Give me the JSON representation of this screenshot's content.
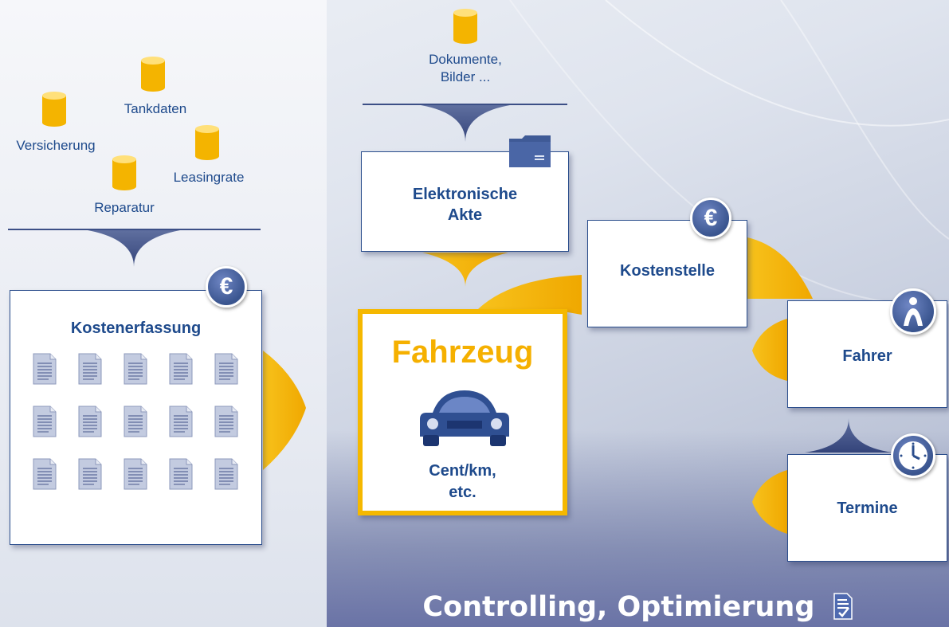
{
  "sources": {
    "tankdaten": "Tankdaten",
    "versicherung": "Versicherung",
    "leasingrate": "Leasingrate",
    "reparatur": "Reparatur",
    "dokumente_line1": "Dokumente,",
    "dokumente_line2": "Bilder ..."
  },
  "boxes": {
    "kostenerfassung": "Kostenerfassung",
    "elektronische_akte_line1": "Elektronische",
    "elektronische_akte_line2": "Akte",
    "kostenstelle": "Kostenstelle",
    "fahrer": "Fahrer",
    "termine": "Termine"
  },
  "center": {
    "title": "Fahrzeug",
    "metric_line1": "Cent/km,",
    "metric_line2": "etc."
  },
  "badges": {
    "euro": "€"
  },
  "footer": {
    "title": "Controlling, Optimierung"
  },
  "colors": {
    "accent_yellow": "#f5b800",
    "box_border": "#2a4d8c",
    "text_blue": "#1e4a8c",
    "badge_blue": "#3a558f"
  },
  "icons": [
    "database-icon",
    "euro-icon",
    "document-icon",
    "folder-icon",
    "car-icon",
    "person-icon",
    "clock-icon",
    "checklist-icon"
  ]
}
